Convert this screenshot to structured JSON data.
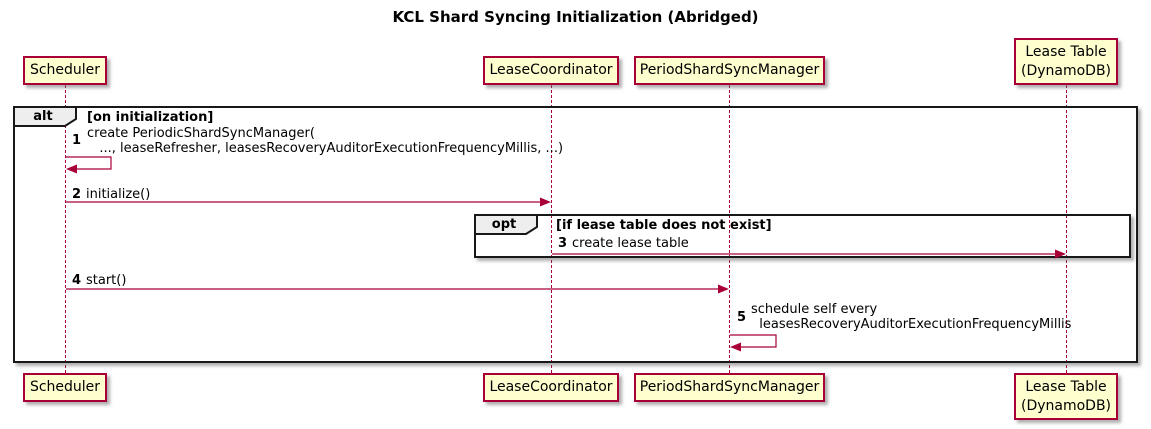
{
  "title": "KCL Shard Syncing Initialization (Abridged)",
  "colors": {
    "participant_fill": "#FEFECE",
    "participant_border": "#A80036",
    "arrow": "#A80036",
    "frame_border": "#181818",
    "frame_label_fill": "#EEEEEE"
  },
  "participants": [
    {
      "id": "scheduler",
      "label": "Scheduler"
    },
    {
      "id": "leasecoordinator",
      "label": "LeaseCoordinator"
    },
    {
      "id": "periodshardsyncmanager",
      "label": "PeriodShardSyncManager"
    },
    {
      "id": "leasetable",
      "label": "Lease Table\n(DynamoDB)"
    }
  ],
  "frames": [
    {
      "type": "alt",
      "condition": "[on initialization]"
    },
    {
      "type": "opt",
      "condition": "[if lease table does not exist]"
    }
  ],
  "messages": [
    {
      "num": "1",
      "text": "create PeriodicShardSyncManager(\n   ..., leaseRefresher, leasesRecoveryAuditorExecutionFrequencyMillis, ...)",
      "from": "Scheduler",
      "to": "Scheduler",
      "kind": "self"
    },
    {
      "num": "2",
      "text": "initialize()",
      "from": "Scheduler",
      "to": "LeaseCoordinator",
      "kind": "arrow"
    },
    {
      "num": "3",
      "text": "create lease table",
      "from": "LeaseCoordinator",
      "to": "Lease Table (DynamoDB)",
      "kind": "arrow"
    },
    {
      "num": "4",
      "text": "start()",
      "from": "Scheduler",
      "to": "PeriodShardSyncManager",
      "kind": "arrow"
    },
    {
      "num": "5",
      "text": "schedule self every\n  leasesRecoveryAuditorExecutionFrequencyMillis",
      "from": "PeriodShardSyncManager",
      "to": "PeriodShardSyncManager",
      "kind": "self"
    }
  ]
}
